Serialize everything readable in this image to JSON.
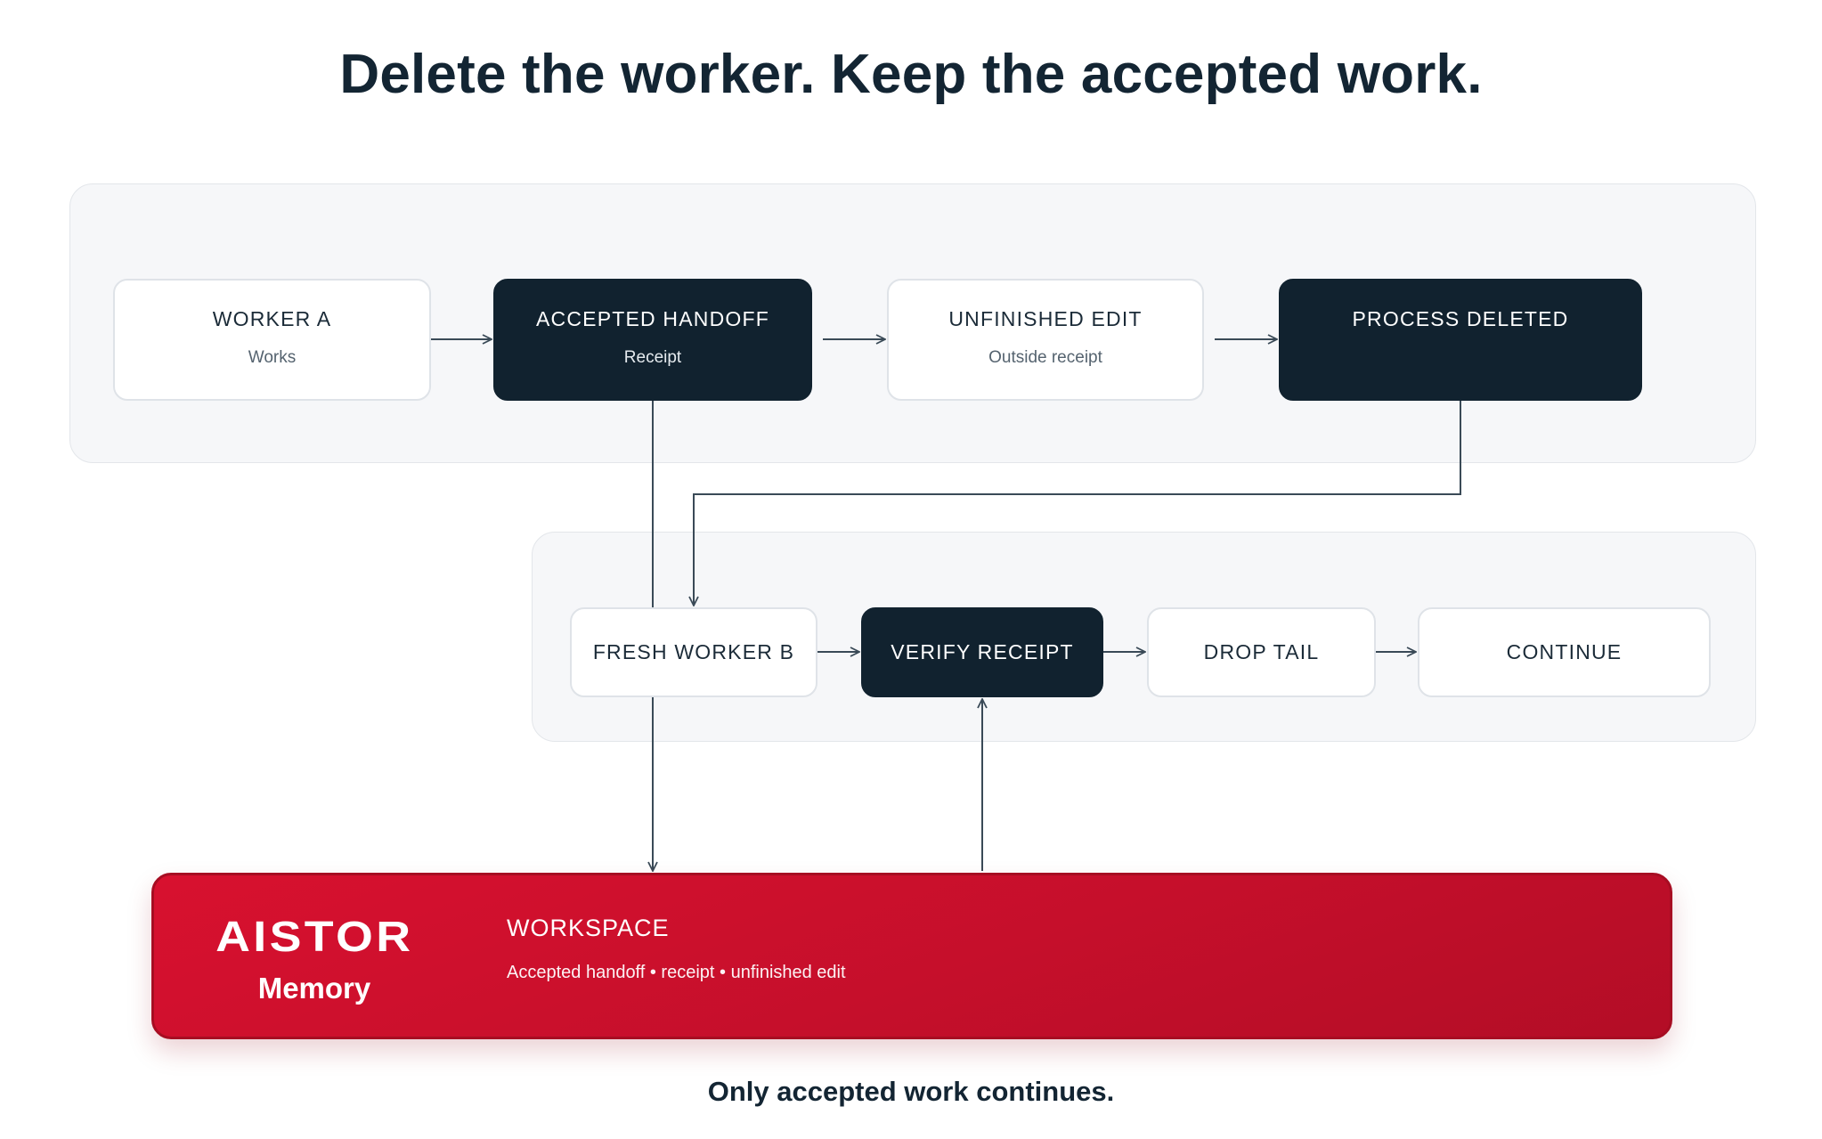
{
  "title": "Delete the worker. Keep the accepted work.",
  "footer": "Only accepted work continues.",
  "nodes": {
    "worker_a": {
      "label": "WORKER A",
      "sub": "Works"
    },
    "accepted_handoff": {
      "label": "ACCEPTED HANDOFF",
      "sub": "Receipt"
    },
    "unfinished_edit": {
      "label": "UNFINISHED EDIT",
      "sub": "Outside receipt"
    },
    "process_deleted": {
      "label": "PROCESS DELETED"
    },
    "fresh_worker_b": {
      "label": "FRESH WORKER B"
    },
    "verify_receipt": {
      "label": "VERIFY RECEIPT"
    },
    "drop_tail": {
      "label": "DROP TAIL"
    },
    "continue": {
      "label": "CONTINUE"
    }
  },
  "store": {
    "brand": "AISTOR",
    "brand_sub": "Memory",
    "title": "WORKSPACE",
    "contents": "Accepted handoff • receipt • unfinished edit"
  },
  "colors": {
    "dark_node": "#11222f",
    "light_node": "#ffffff",
    "panel": "#f6f7f9",
    "store_red": "#c8102e",
    "connector": "#3a4a57"
  }
}
